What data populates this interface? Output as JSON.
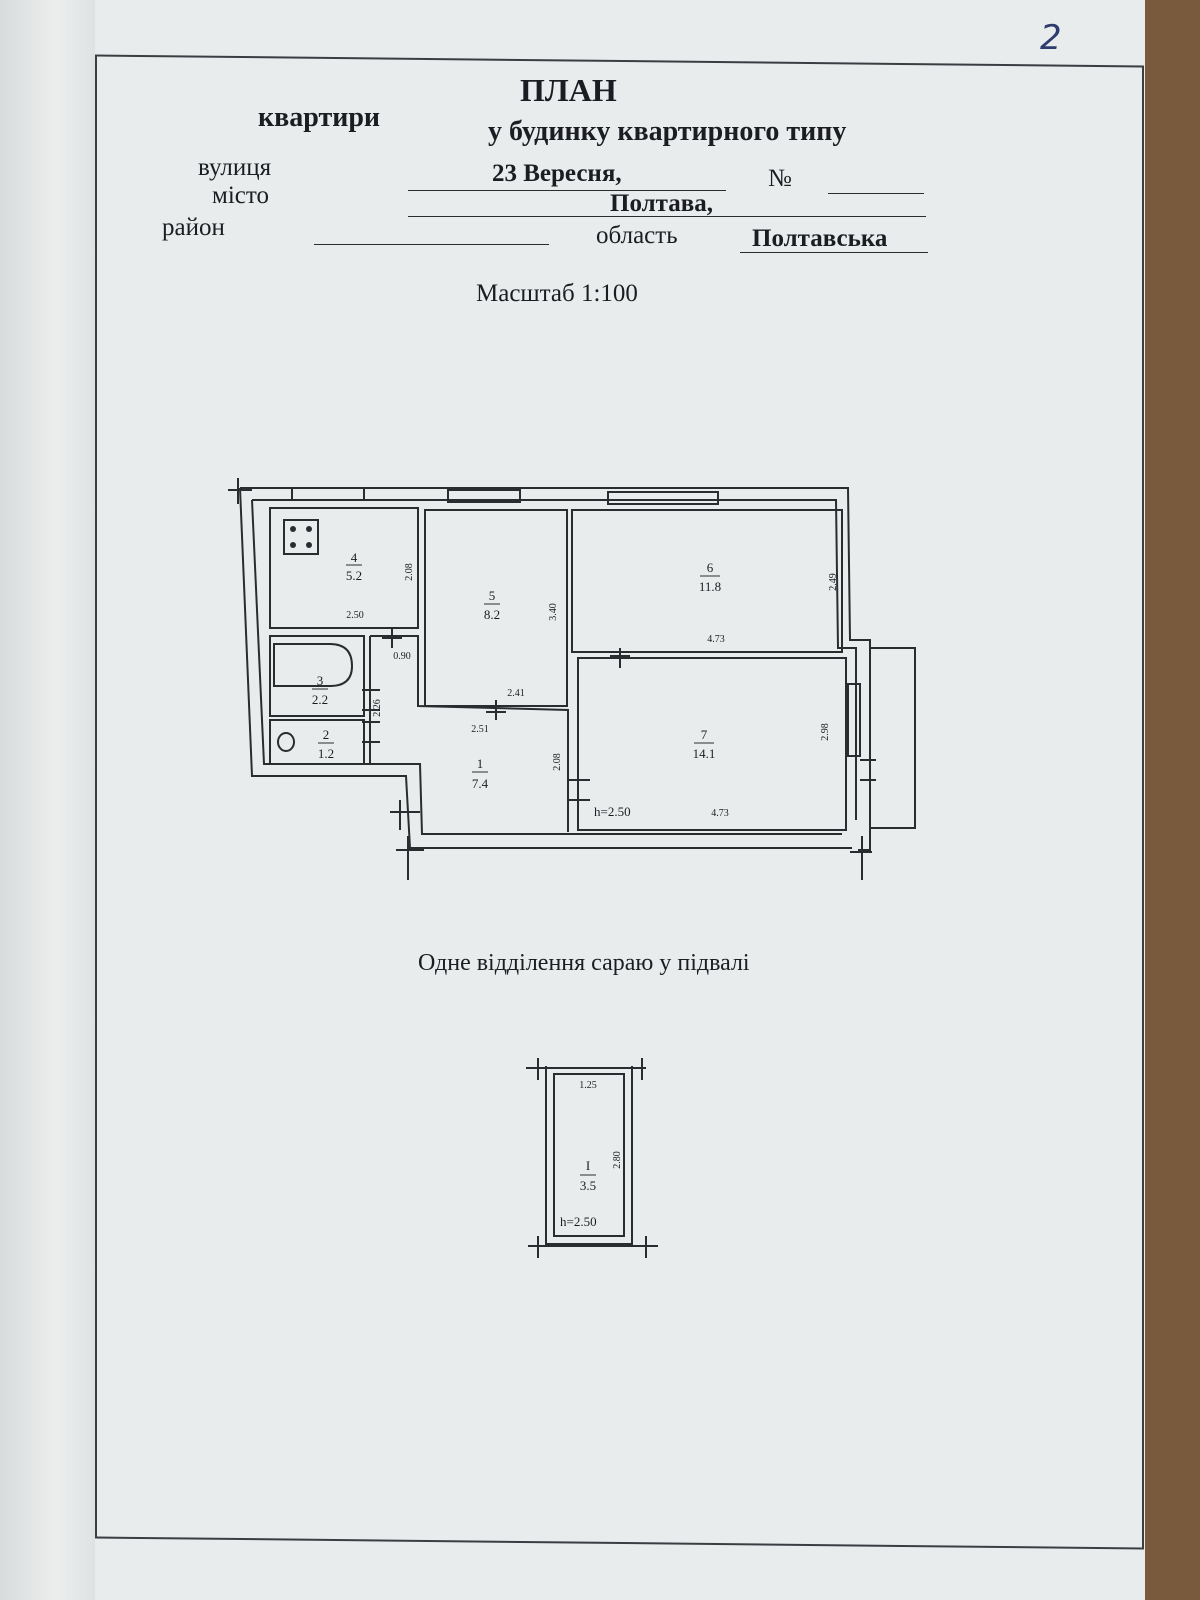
{
  "header": {
    "title": "ПЛАН",
    "left_label": "квартири",
    "subtitle": "у будинку квартирного типу",
    "street_label": "вулиця",
    "street_value": "23 Вересня,",
    "number_label": "№",
    "city_label": "місто",
    "city_value": "Полтава,",
    "district_label": "район",
    "region_label": "область",
    "region_value": "Полтавська",
    "scale": "Масштаб 1:100"
  },
  "page_number": "2",
  "floor_plan": {
    "rooms": [
      {
        "number": "4",
        "area": "5.2"
      },
      {
        "number": "5",
        "area": "8.2"
      },
      {
        "number": "6",
        "area": "11.8"
      },
      {
        "number": "3",
        "area": "2.2"
      },
      {
        "number": "2",
        "area": "1.2"
      },
      {
        "number": "1",
        "area": "7.4"
      },
      {
        "number": "7",
        "area": "14.1"
      }
    ],
    "dimensions": {
      "kitchen_width": "2.50",
      "kitchen_height": "2.08",
      "room5_height": "3.40",
      "room5_width": "2.41",
      "room6_height": "2.49",
      "room6_width": "4.73",
      "corridor_width": "0.90",
      "bath_height": "2.26",
      "hall_width": "2.51",
      "hall_height": "2.08",
      "room7_height": "2.98",
      "room7_width": "4.73"
    },
    "ceiling_height": "h=2.50"
  },
  "basement": {
    "caption": "Одне відділення сараю у підвалі",
    "room_number": "I",
    "area": "3.5",
    "width": "1.25",
    "length": "2.80",
    "ceiling_height": "h=2.50"
  }
}
